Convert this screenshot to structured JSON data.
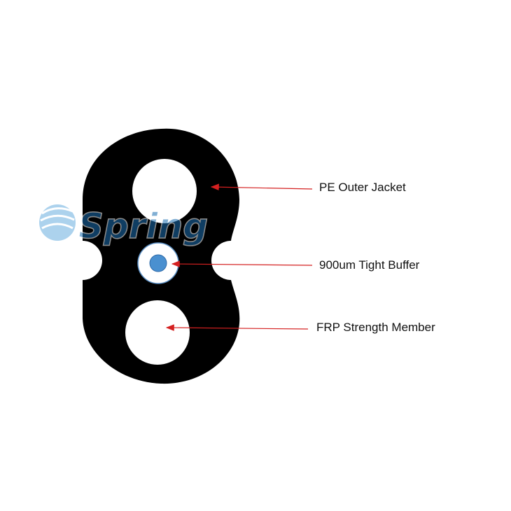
{
  "labels": {
    "jacket": "PE Outer Jacket",
    "buffer": "900um Tight Buffer",
    "frp": "FRP Strength Member"
  },
  "watermark": {
    "text": "Spring",
    "color": "#1c6fb2"
  },
  "colors": {
    "jacket": "#000000",
    "hole": "#ffffff",
    "arrow": "#d42020",
    "fiber_core": "#4a90d0",
    "buffer_ring": "#5b8fc4",
    "label_text": "#111111"
  }
}
